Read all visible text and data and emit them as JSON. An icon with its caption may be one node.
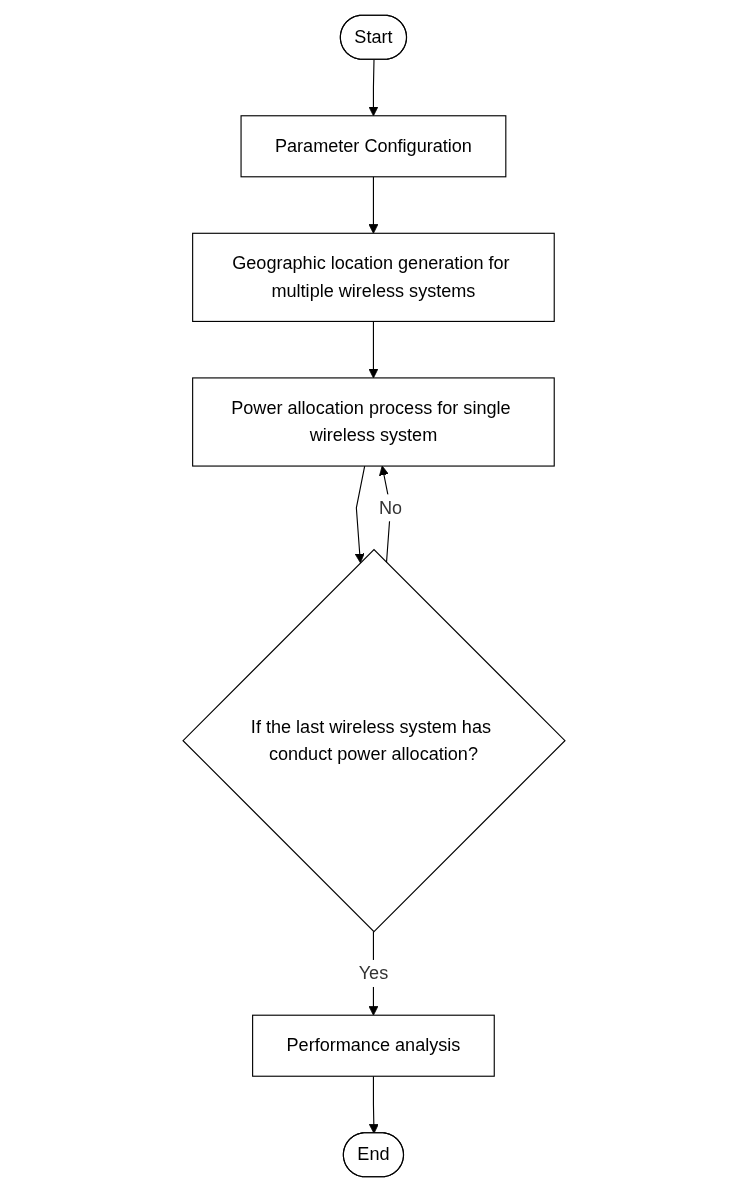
{
  "diagram": {
    "nodes": [
      {
        "text": [
          "Start"
        ]
      },
      {
        "text": [
          "Parameter Configuration"
        ]
      },
      {
        "text": [
          "Geographic location generation for multiple wireless systems"
        ]
      },
      {
        "text": [
          "Power allocation process for single wireless system"
        ]
      },
      {
        "text": [
          "If the last wireless system has conduct power allocation?"
        ]
      },
      {
        "text": [
          "Performance analysis"
        ]
      },
      {
        "text": [
          "End"
        ]
      }
    ],
    "edges": [
      {
        "from": 0,
        "to": 1,
        "arrow": "to"
      },
      {
        "from": 1,
        "to": 2,
        "arrow": "to"
      },
      {
        "from": 2,
        "to": 3,
        "arrow": "to"
      },
      {
        "from": 3,
        "to": 4,
        "arrow": "to"
      },
      {
        "from": 4,
        "to": 3,
        "arrow": "to",
        "label": "No"
      },
      {
        "from": 4,
        "to": 5,
        "arrow": "to",
        "label": "Yes"
      },
      {
        "from": 5,
        "to": 6,
        "arrow": "to"
      }
    ]
  }
}
